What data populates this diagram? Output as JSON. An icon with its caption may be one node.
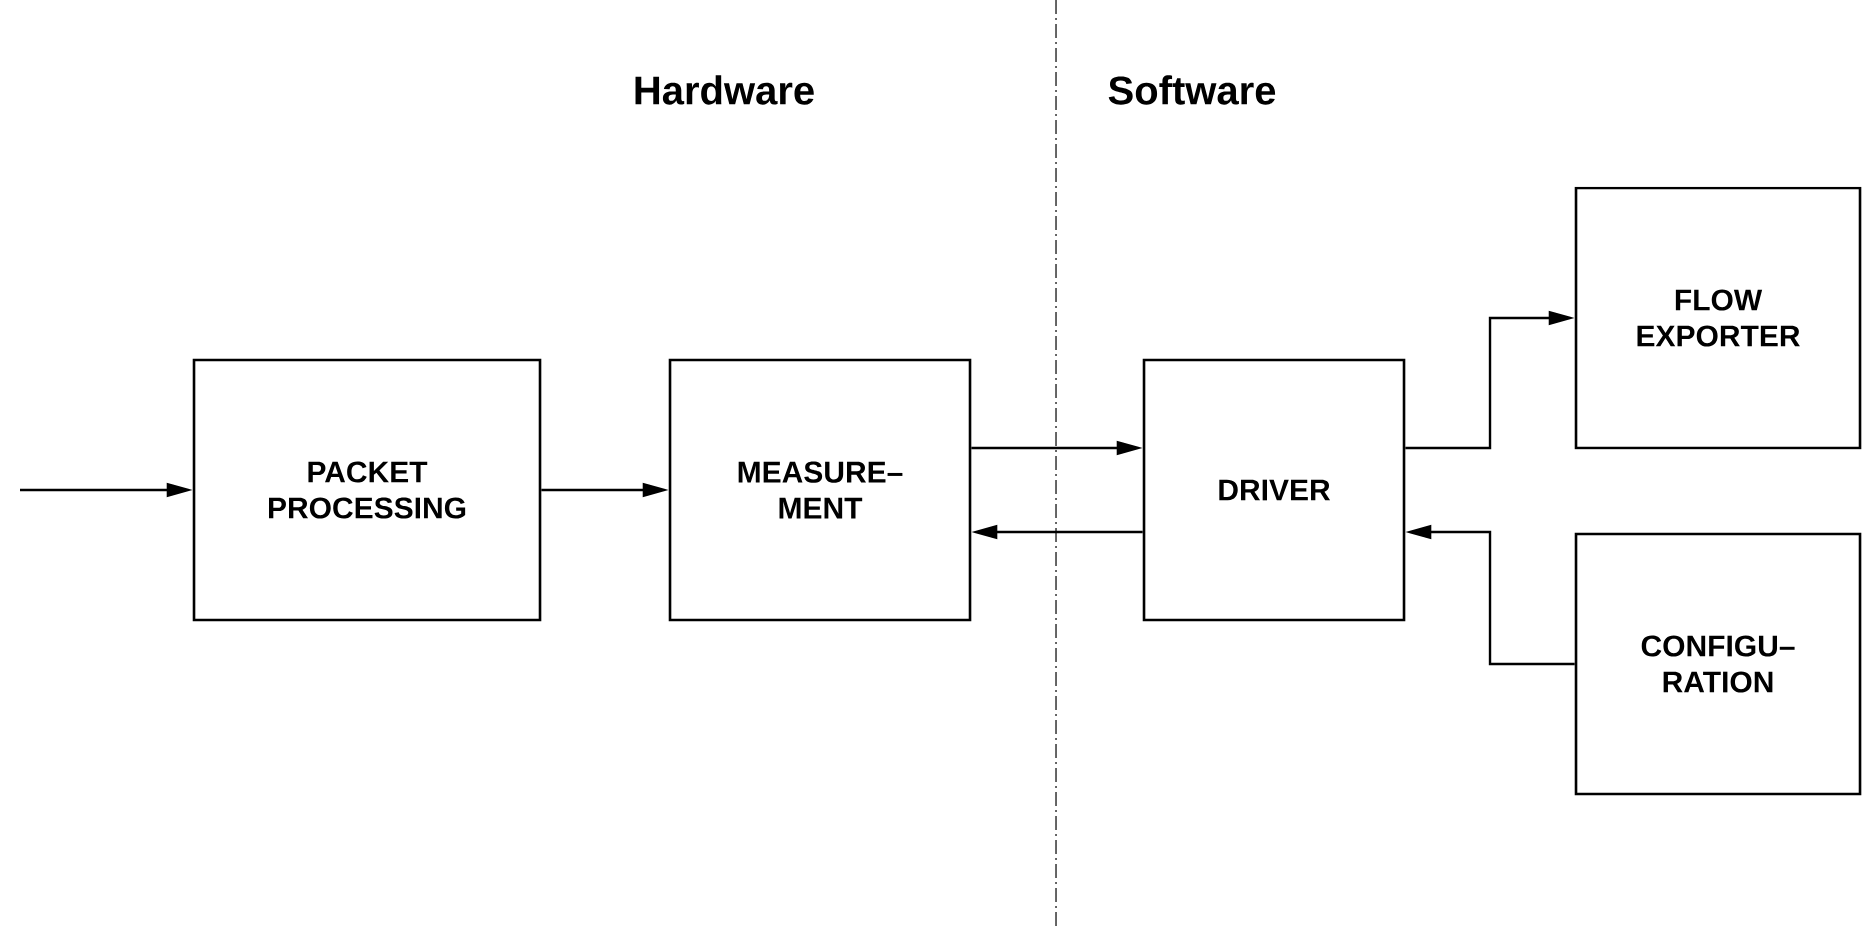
{
  "diagram": {
    "nodes": [
      {
        "text": [
          "PACKET PROCESSING"
        ]
      },
      {
        "text": [
          "MEASURE– MENT"
        ]
      },
      {
        "text": [
          "DRIVER"
        ]
      },
      {
        "text": [
          "FLOW EXPORTER"
        ]
      },
      {
        "text": [
          "CONFIGU– RATION"
        ]
      }
    ],
    "edges": [
      {
        "from": null,
        "to": 0,
        "arrow": "to"
      },
      {
        "from": 0,
        "to": 1,
        "arrow": "to"
      },
      {
        "from": 1,
        "to": 2,
        "arrow": "to"
      },
      {
        "from": 2,
        "to": 1,
        "arrow": "to"
      },
      {
        "from": 2,
        "to": 3,
        "arrow": "to"
      },
      {
        "from": 4,
        "to": 2,
        "arrow": "to"
      }
    ],
    "labels": [
      "Hardware",
      "Software"
    ]
  }
}
